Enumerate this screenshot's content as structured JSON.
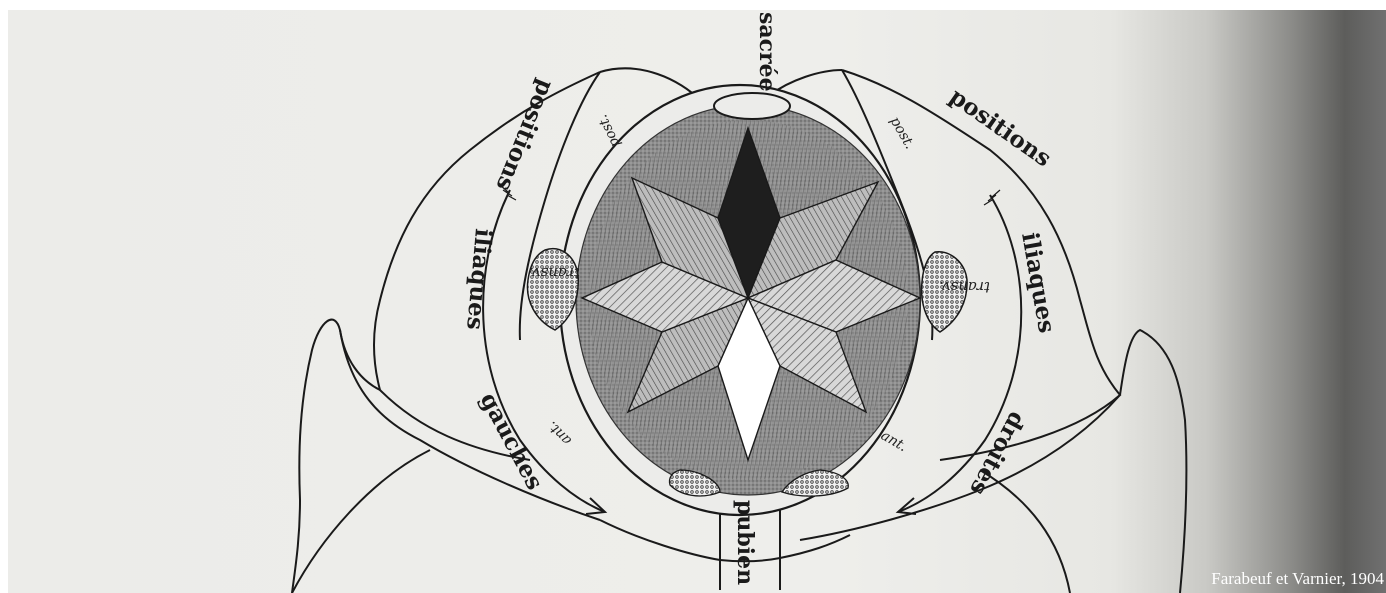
{
  "labels": {
    "sacree": "sacrée",
    "pubien": "pubien",
    "left_positions": "positions",
    "left_iliaques": "iliaques",
    "left_gauches": "gauches",
    "right_positions": "positions",
    "right_iliaques": "iliaques",
    "right_droites": "droites",
    "post_left": "post.",
    "post_right": "post.",
    "transv_left": "transv.",
    "transv_right": "transv.",
    "ant_left": "ant.",
    "ant_right": "ant."
  },
  "credit": "Farabeuf et Varnier, 1904",
  "colors": {
    "paper": "#ececea",
    "ink": "#1a1a1a",
    "pelvis_fill": "#8e8e8e",
    "star_dark": "#1e1e1e",
    "star_white": "#ffffff"
  }
}
